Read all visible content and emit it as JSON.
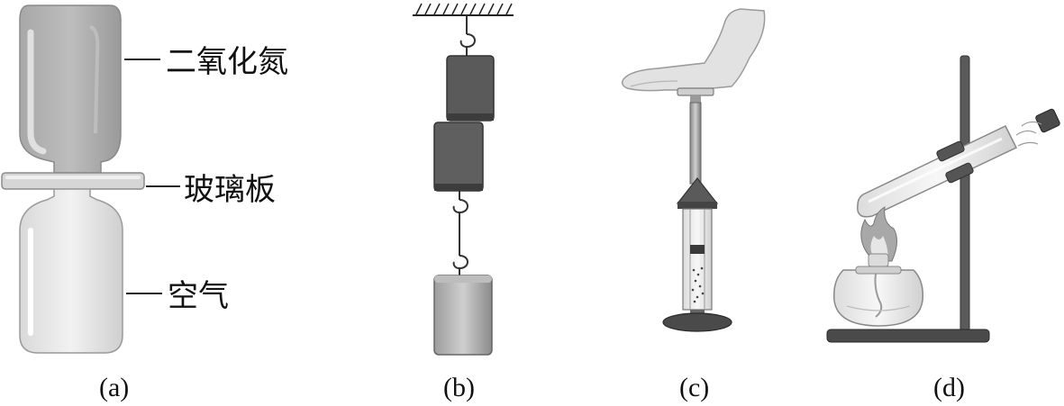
{
  "figure": {
    "panels": [
      {
        "caption": "(a)",
        "labels": [
          "二氧化氮",
          "玻璃板",
          "空气"
        ]
      },
      {
        "caption": "(b)"
      },
      {
        "caption": "(c)"
      },
      {
        "caption": "(d)"
      }
    ]
  },
  "colors": {
    "gray_dark": "#5a5a5a",
    "gray_mid": "#9a9a9a",
    "gray_light": "#cfcfcf",
    "white": "#f2f2f2",
    "outline": "#7a7a7a"
  }
}
